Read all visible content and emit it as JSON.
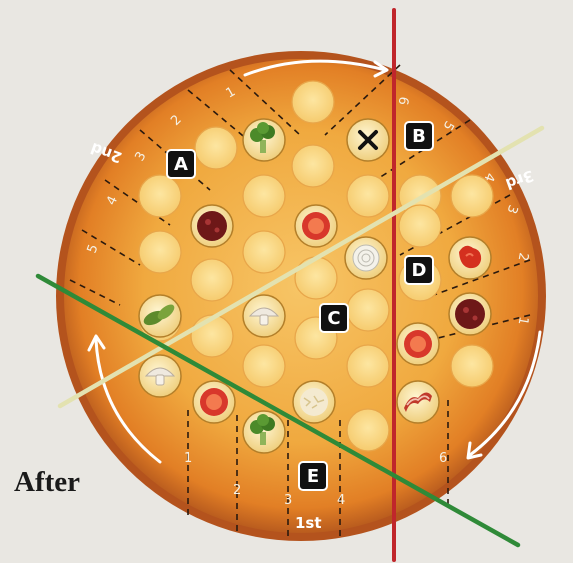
{
  "caption": "After",
  "sections": [
    {
      "id": "A",
      "label": "A"
    },
    {
      "id": "B",
      "label": "B"
    },
    {
      "id": "C",
      "label": "C"
    },
    {
      "id": "D",
      "label": "D"
    },
    {
      "id": "E",
      "label": "E"
    }
  ],
  "player_labels": {
    "first": "1st",
    "second": "2nd",
    "third": "3rd"
  },
  "slice_numbers": {
    "bottom": [
      "1",
      "2",
      "3",
      "4",
      "6"
    ],
    "left": [
      "2",
      "3",
      "4",
      "5"
    ],
    "top": [
      "1",
      "6"
    ],
    "right": [
      "5",
      "4",
      "3",
      "2",
      "1"
    ]
  },
  "toppings": [
    {
      "name": "broccoli",
      "color": "#4c8a2a"
    },
    {
      "name": "blocked-x",
      "color": "#111111"
    },
    {
      "name": "pepperoni",
      "color": "#8a1f1f"
    },
    {
      "name": "tomato",
      "color": "#d8382b"
    },
    {
      "name": "onion",
      "color": "#f2f2ee"
    },
    {
      "name": "red-pepper",
      "color": "#d4301f"
    },
    {
      "name": "basil",
      "color": "#5d8a2c"
    },
    {
      "name": "mushroom",
      "color": "#efe9df"
    },
    {
      "name": "pepperoni",
      "color": "#8a1f1f"
    },
    {
      "name": "tomato",
      "color": "#d8382b"
    },
    {
      "name": "mushroom",
      "color": "#efe9df"
    },
    {
      "name": "tomato",
      "color": "#d8382b"
    },
    {
      "name": "cheese",
      "color": "#f2e4b5"
    },
    {
      "name": "bacon",
      "color": "#c0392b"
    },
    {
      "name": "broccoli",
      "color": "#4c8a2a"
    }
  ],
  "cut_lines": [
    {
      "name": "red-cut-line",
      "color": "#c0262b"
    },
    {
      "name": "cream-cut-line",
      "color": "#e3e2b0"
    },
    {
      "name": "green-cut-line",
      "color": "#2f8a38"
    }
  ]
}
